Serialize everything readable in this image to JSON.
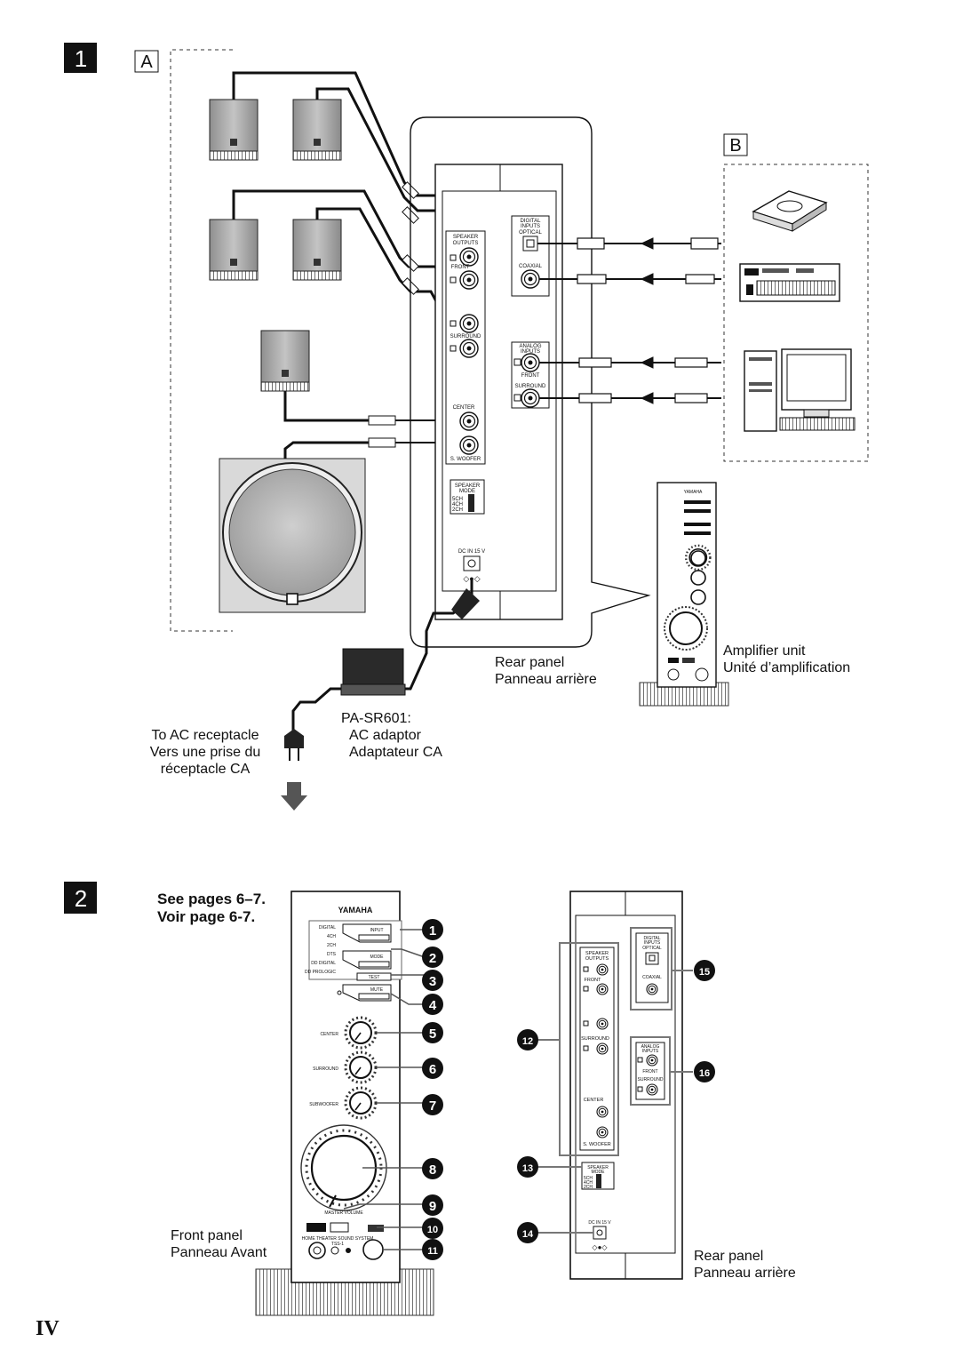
{
  "figure1": {
    "number": "1",
    "box_a": "A",
    "box_b": "B",
    "rear_panel_caption": [
      "Rear panel",
      "Panneau arrière"
    ],
    "amp_caption": [
      "Amplifier unit",
      "Unité d’amplification"
    ],
    "ac_receptacle": [
      "To AC receptacle",
      "Vers une prise du",
      "réceptacle CA"
    ],
    "adaptor": [
      "PA-SR601:",
      "AC adaptor",
      "Adaptateur CA"
    ],
    "panel": {
      "speaker_outputs": [
        "SPEAKER",
        "OUTPUTS"
      ],
      "front": "FRONT",
      "surround": "SURROUND",
      "center": "CENTER",
      "swoofer": "S. WOOFER",
      "speaker_mode": [
        "SPEAKER",
        "MODE"
      ],
      "modes": [
        "5CH",
        "4CH",
        "2CH"
      ],
      "dc_in": "DC IN 15 V",
      "digital_inputs": [
        "DIGITAL",
        "INPUTS"
      ],
      "optical": "OPTICAL",
      "coaxial": "COAXIAL",
      "analog_inputs": [
        "ANALOG",
        "INPUTS"
      ],
      "front_in": "FRONT",
      "surround_in": "SURROUND"
    },
    "brand": "YAMAHA"
  },
  "figure2": {
    "number": "2",
    "see_pages": [
      "See pages 6–7.",
      "Voir page 6-7."
    ],
    "front_caption": [
      "Front panel",
      "Panneau Avant"
    ],
    "rear_caption": [
      "Rear panel",
      "Panneau arrière"
    ],
    "front": {
      "brand": "YAMAHA",
      "input": "INPUT",
      "mode": "MODE",
      "test": "TEST",
      "mute": "MUTE",
      "inputs": [
        "DIGITAL",
        "4CH",
        "2CH"
      ],
      "modes": [
        "DTS",
        "DD DIGITAL",
        "DD PROLOGIC"
      ],
      "center": "CENTER",
      "surround": "SURROUND",
      "subwoofer": "SUBWOOFER",
      "master_volume": "MASTER VOLUME",
      "system_name": "HOME THEATER SOUND SYSTEM",
      "model": "TSS-1"
    },
    "callouts": [
      "1",
      "2",
      "3",
      "4",
      "5",
      "6",
      "7",
      "8",
      "9",
      "10",
      "11",
      "12",
      "13",
      "14",
      "15",
      "16"
    ]
  },
  "page_number": "IV"
}
